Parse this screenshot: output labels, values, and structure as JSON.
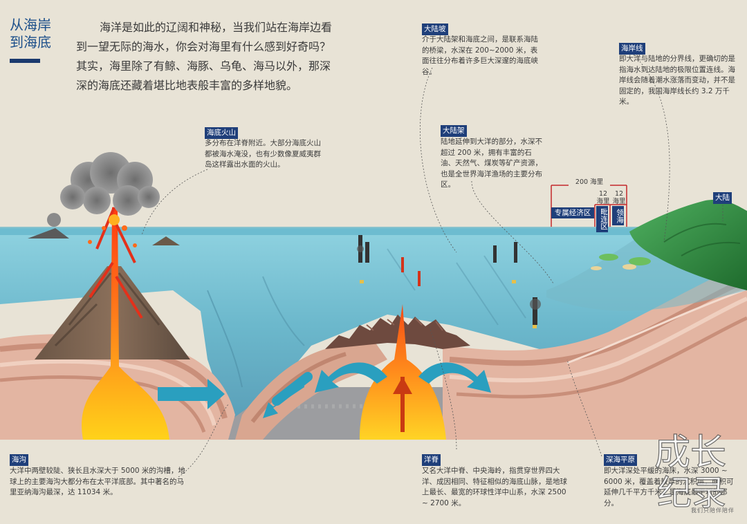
{
  "page": {
    "section_title_line1": "从海岸",
    "section_title_line2": "到海底",
    "intro_text": "海洋是如此的辽阔和神秘，当我们站在海岸边看到一望无际的海水，你会对海里有什么感到好奇吗？其实，海里除了有鲸、海豚、乌龟、海马以外，那深深的海底还藏着堪比地表般丰富的多样地貌。"
  },
  "features": {
    "volcano": {
      "name": "海底火山",
      "text": "多分布在洋脊附近。大部分海底火山都被海水淹没，也有少数像夏威夷群岛这样露出水面的火山。"
    },
    "slope": {
      "name": "大陆坡",
      "text": "介于大陆架和海底之间，是联系海陆的桥梁，水深在 200~2000 米，表面往往分布着许多巨大深邃的海底峡谷。"
    },
    "coastline": {
      "name": "海岸线",
      "text": "即大洋与陆地的分界线，更确切的是指海水到达陆地的极限位置连线。海岸线会随着潮水涨落而变动，并不是固定的，我国海岸线长约 3.2 万千米。"
    },
    "shelf": {
      "name": "大陆架",
      "text": "陆地延伸到大洋的部分，水深不超过 200 米，拥有丰富的石油、天然气、煤炭等矿产资源，也是全世界海洋渔场的主要分布区。"
    },
    "continent": {
      "name": "大陆"
    },
    "trench": {
      "name": "海沟",
      "text": "大洋中两壁较陡、狭长且水深大于 5000 米的沟槽，地球上的主要海沟大都分布在太平洋底部。其中著名的马里亚纳海沟最深，达 11034 米。"
    },
    "ridge": {
      "name": "洋脊",
      "text": "又名大洋中脊、中央海岭，指贯穿世界四大洋、成因相同、特征相似的海底山脉，是地球上最长、最宽的环球性洋中山系，水深 2500 ~ 2700 米。"
    },
    "plain": {
      "name": "深海平原",
      "text": "即大洋深处平缓的海床，水深 3000 ~ 6000 米，覆盖着较厚的沉积层，面积可延伸几千平方千米，是海底最平坦的部分。"
    }
  },
  "zones": {
    "total": "200 海里",
    "eez": "专属经济区",
    "contiguous": "毗连区",
    "territorial": "领海",
    "width1_a": "12",
    "width1_b": "海里",
    "width2_a": "12",
    "width2_b": "海里"
  },
  "watermark": {
    "line1": "成长",
    "line2": "纪录",
    "caption": "我们只陪伴陪伴"
  },
  "colors": {
    "badge": "#1f3f7a",
    "sea": "#7cc3d6",
    "magma": "#f0501e",
    "crust": "#e0b3a0",
    "mantle": "#9a9c9e",
    "land": "#2e8a3e",
    "arrow": "#2a9fbf"
  }
}
